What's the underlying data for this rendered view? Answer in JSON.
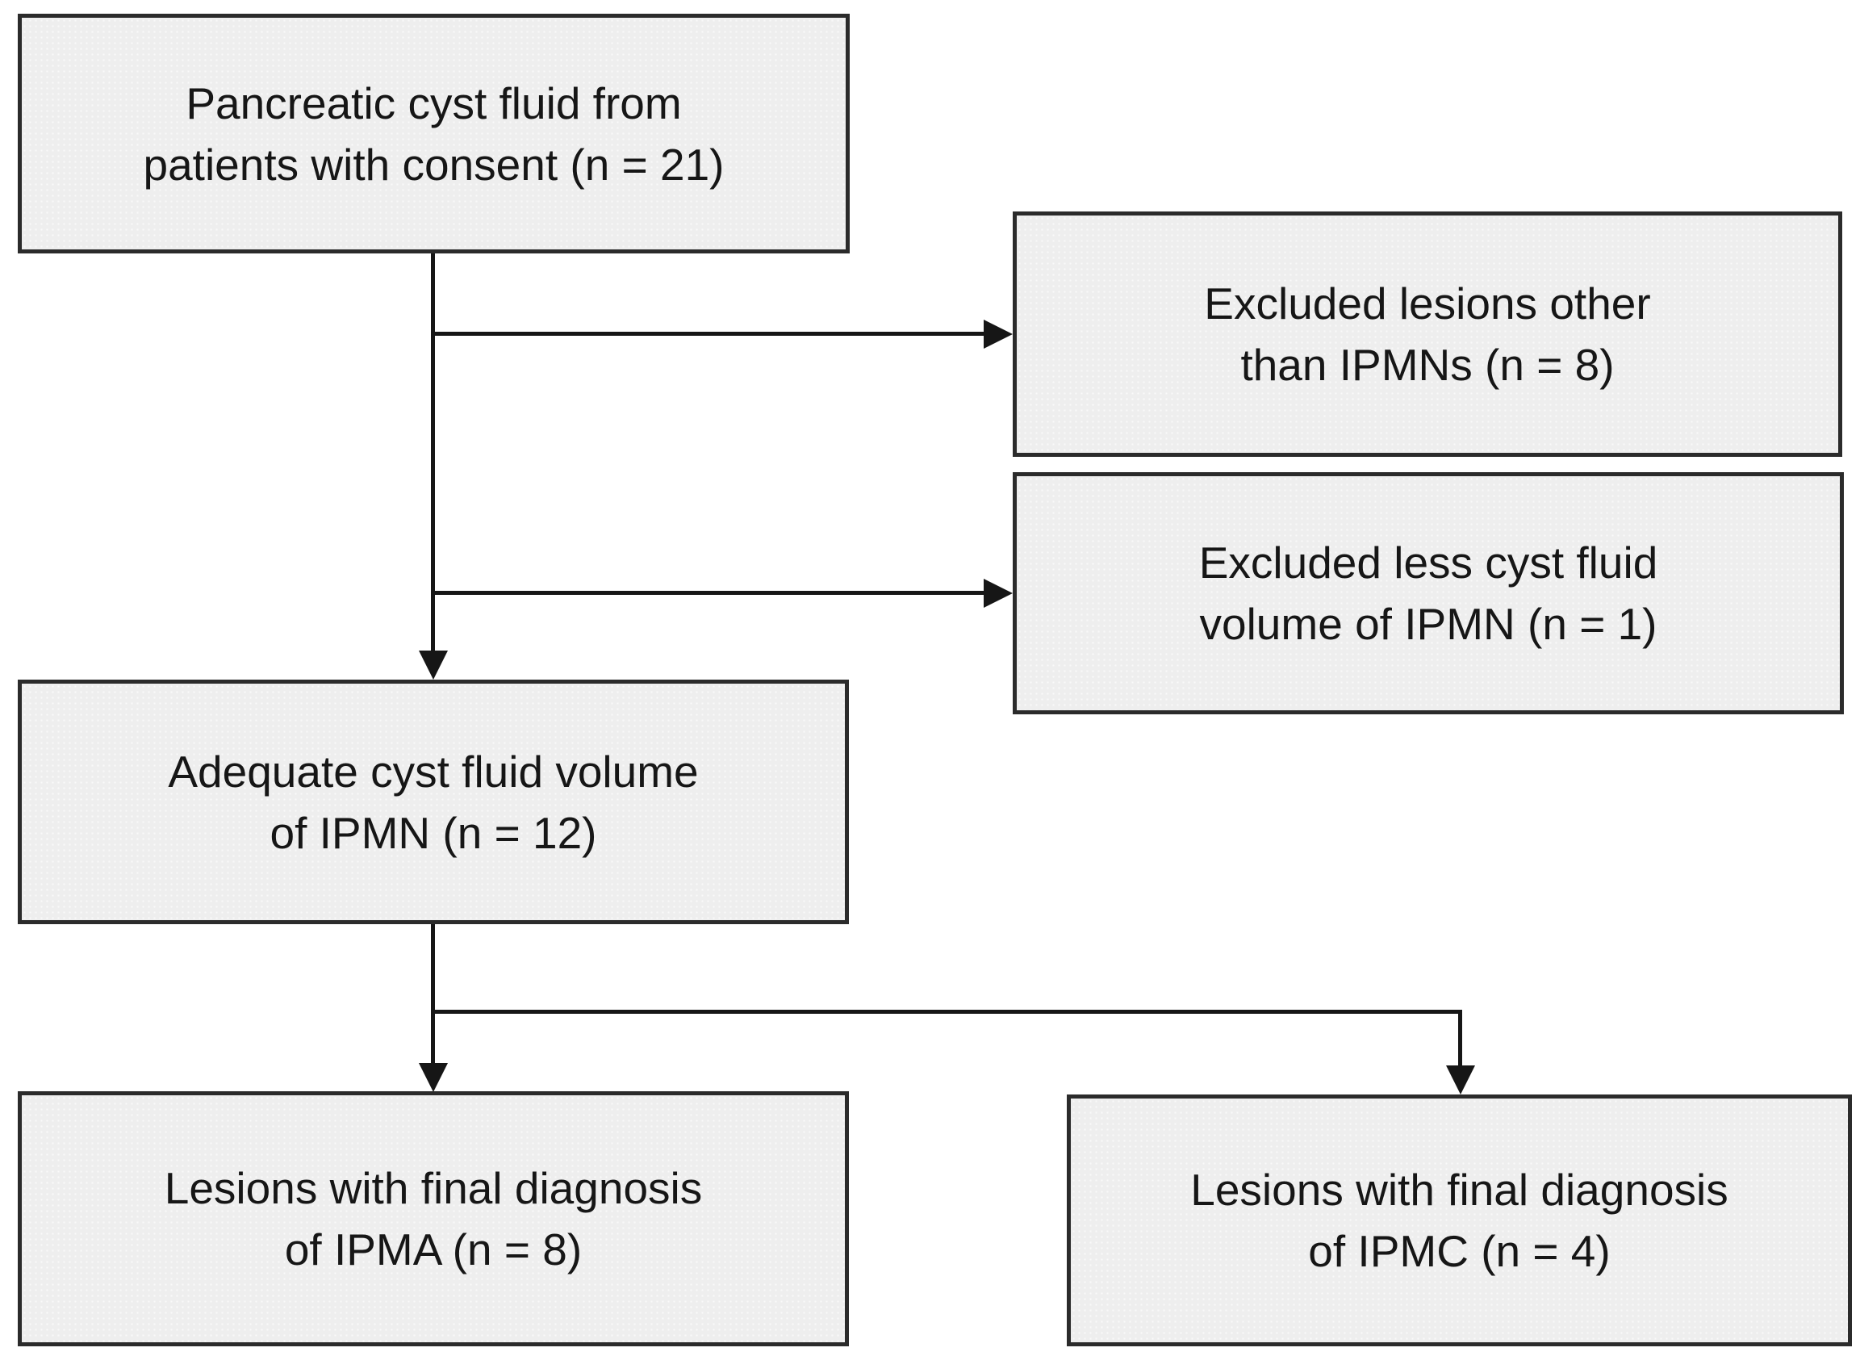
{
  "figure": {
    "type": "flowchart",
    "description": "Patient enrollment flow diagram for pancreatic cyst fluid study"
  },
  "colors": {
    "background": "#ffffff",
    "node_fill": "#eeeeee",
    "node_border": "#2b2b2b",
    "connector": "#161616",
    "text": "#161616"
  },
  "nodes": {
    "source": {
      "line1": "Pancreatic cyst fluid from",
      "line2": "patients with consent (n = 21)",
      "n": 21
    },
    "excluded_non_ipmn": {
      "line1": "Excluded lesions other",
      "line2": "than IPMNs (n = 8)",
      "n": 8
    },
    "excluded_low_volume": {
      "line1": "Excluded less cyst fluid",
      "line2": "volume of IPMN (n = 1)",
      "n": 1
    },
    "adequate": {
      "line1": "Adequate cyst fluid volume",
      "line2": "of IPMN (n = 12)",
      "n": 12
    },
    "ipma": {
      "line1": "Lesions with final diagnosis",
      "line2": "of IPMA (n = 8)",
      "n": 8
    },
    "ipmc": {
      "line1": "Lesions with final diagnosis",
      "line2": "of IPMC (n = 4)",
      "n": 4
    }
  }
}
